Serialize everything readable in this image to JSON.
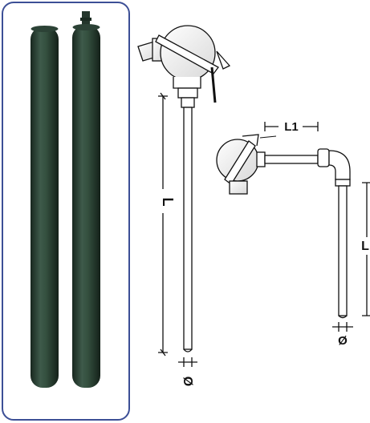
{
  "labels": {
    "length_straight": "L",
    "diameter_straight": "Ø",
    "length_extension": "L1",
    "length_angled": "L",
    "diameter_angled": "Ø"
  },
  "colors": {
    "frame_border": "#3c4f96",
    "tube_dark": "#1f3328",
    "tube_mid": "#3f5a4b",
    "line": "#111111"
  }
}
